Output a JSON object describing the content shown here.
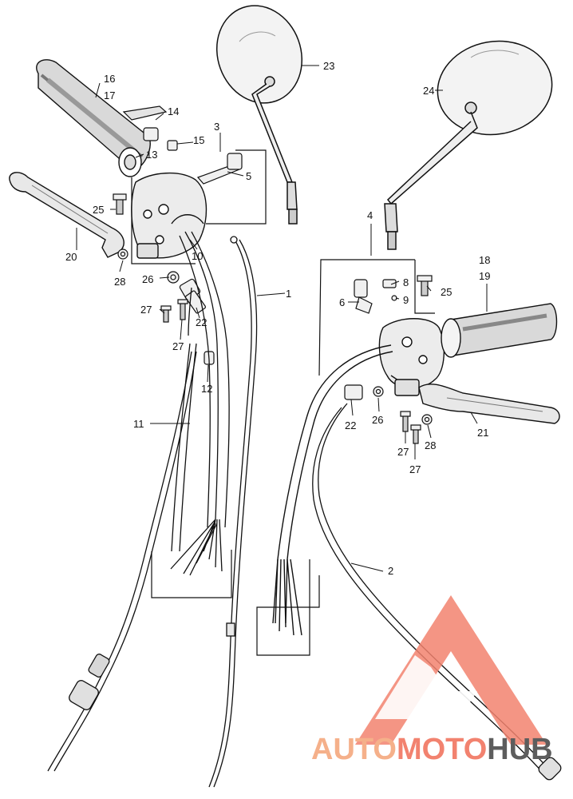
{
  "labels": {
    "l1": "1",
    "l2": "2",
    "l3": "3",
    "l4": "4",
    "l5": "5",
    "l6": "6",
    "l8": "8",
    "l9": "9",
    "l10": "10",
    "l11": "11",
    "l12": "12",
    "l13": "13",
    "l14": "14",
    "l15": "15",
    "l16": "16",
    "l17": "17",
    "l18": "18",
    "l19": "19",
    "l20": "20",
    "l21": "21",
    "l22a": "22",
    "l22b": "22",
    "l23": "23",
    "l24": "24",
    "l25a": "25",
    "l25b": "25",
    "l26a": "26",
    "l26b": "26",
    "l27a": "27",
    "l27b": "27",
    "l27c": "27",
    "l27d": "27",
    "l28a": "28",
    "l28b": "28"
  },
  "watermark": {
    "part1": "AUTO",
    "part2": "MOTO",
    "part3": "HUB",
    "color_primary": "#f2826f",
    "color_accent": "#f5b08a",
    "color_dark": "#5d5d5d"
  },
  "colors": {
    "ink": "#111111",
    "paper": "#ffffff"
  }
}
